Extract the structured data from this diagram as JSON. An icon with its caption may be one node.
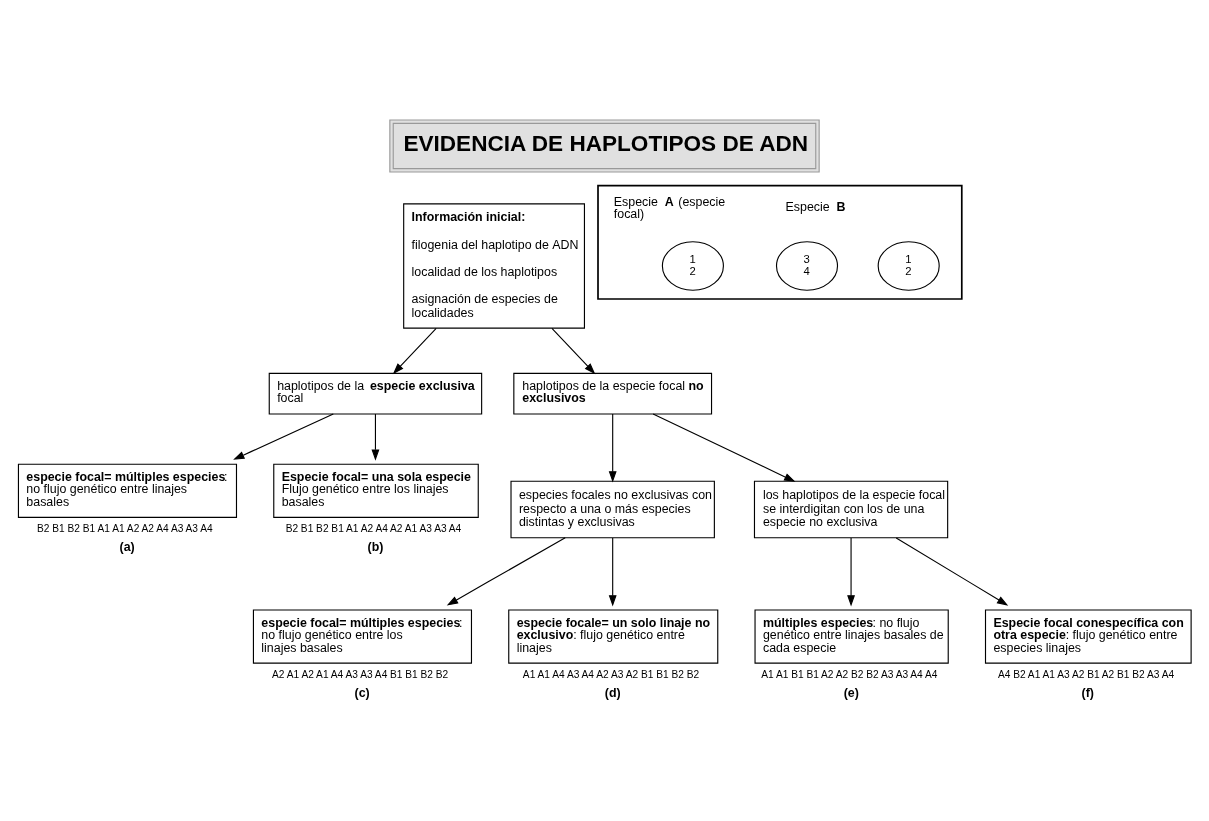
{
  "diagram": {
    "title": "EVIDENCIA DE HAPLOTIPOS DE ADN",
    "nodes": [
      {
        "text": [
          "**Información inicial:**",
          "filogenia del haplotipo de ADN",
          "localidad de los haplotipos",
          "asignación de especies de localidades"
        ]
      },
      {
        "text": [
          "haplotipos de la **especie exclusiva** focal"
        ]
      },
      {
        "text": [
          "**especie focal= múltiples especies**: no flujo genético entre linajes basales"
        ],
        "beside": [
          "B2 B1 B2 B1 A1 A1 A2 A2 A4 A3 A3 A4",
          "(a)"
        ]
      },
      {
        "text": [
          "**Especie focal= una sola especie** Flujo genético entre los linajes basales"
        ],
        "beside": [
          "B2 B1 B2 B1 A1 A2 A4 A2 A1 A3 A3 A4",
          "(b)"
        ]
      },
      {
        "text": [
          "haplotipos de la especie focal **no exclusivos**"
        ]
      },
      {
        "text": [
          "especies focales no exclusivas con respecto a una o más especies distintas y exclusivas"
        ]
      },
      {
        "text": [
          "los haplotipos de la especie focal se interdigitan con los de una especie no exclusiva"
        ]
      },
      {
        "text": [
          "**especie focal= múltiples especies**: no flujo genético entre los linajes basales"
        ],
        "beside": [
          "A2 A1 A2 A1 A4 A3 A3 A4 B1 B1 B2 B2",
          "(c)"
        ]
      },
      {
        "text": [
          "**especie focale= un solo linaje no exclusivo**: flujo genético entre linajes"
        ],
        "beside": [
          "A1 A1 A4 A3 A4 A2 A3 A2 B1 B1 B2 B2",
          "(d)"
        ]
      },
      {
        "text": [
          "**múltiples especies**: no flujo genético entre linajes basales de cada especie"
        ],
        "beside": [
          "A1 A1 B1 B1 A2 A2 B2 B2 A3 A3 A4 A4",
          "(e)"
        ]
      },
      {
        "text": [
          "**Especie focal conespecífica con otra especie**: flujo genético entre especies linajes"
        ],
        "beside": [
          "A4 B2 A1 A1 A3 A2 B1 A2 B1 B2 A3 A4",
          "(f)"
        ]
      },
      {
        "text": [
          "Especie **A** (especie focal)",
          "Especie **B**"
        ]
      },
      {
        "text": [
          "1",
          "2"
        ],
        "in": 11
      },
      {
        "text": [
          "3",
          "4"
        ],
        "in": 11
      },
      {
        "text": [
          "1",
          "2"
        ],
        "in": 11
      }
    ],
    "edges": [
      {
        "from": 0,
        "to": 1,
        "arrow": "to"
      },
      {
        "from": 1,
        "to": 2,
        "arrow": "to"
      },
      {
        "from": 1,
        "to": 3,
        "arrow": "to"
      },
      {
        "from": 0,
        "to": 4,
        "arrow": "to"
      },
      {
        "from": 4,
        "to": 5,
        "arrow": "to"
      },
      {
        "from": 4,
        "to": 6,
        "arrow": "to"
      },
      {
        "from": 5,
        "to": 7,
        "arrow": "to"
      },
      {
        "from": 5,
        "to": 8,
        "arrow": "to"
      },
      {
        "from": 6,
        "to": 9,
        "arrow": "to"
      },
      {
        "from": 6,
        "to": 10,
        "arrow": "to"
      }
    ]
  }
}
